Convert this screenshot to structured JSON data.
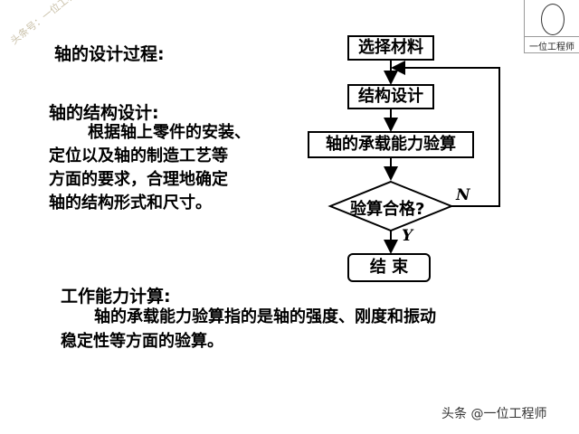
{
  "watermark": "头条号：一位工程师",
  "logo": {
    "caption": "一位工程师"
  },
  "left": {
    "title": "轴的设计过程:",
    "structure_heading": "轴的结构设计:",
    "structure_lines": [
      "根据轴上零件的安装、",
      "定位以及轴的制造工艺等",
      "方面的要求，合理地确定",
      "轴的结构形式和尺寸。"
    ]
  },
  "flowchart": {
    "step1": "选择材料",
    "step2": "结构设计",
    "step3": "轴的承载能力验算",
    "decision": "验算合格?",
    "no_label": "N",
    "yes_label": "Y",
    "end": "结 束"
  },
  "bottom": {
    "heading": "工作能力计算:",
    "line1": "轴的承载能力验算指的是轴的强度、刚度和振动",
    "line2": "稳定性等方面的验算。"
  },
  "footer": "头条 @一位工程师"
}
